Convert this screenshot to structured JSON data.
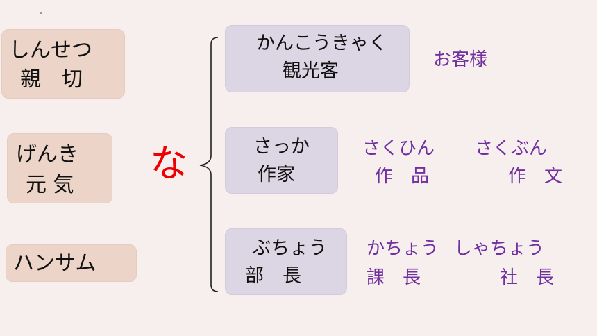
{
  "left": {
    "shinsetsu": {
      "kana": "しんせつ",
      "kanji": "親　切"
    },
    "genki": {
      "kana": "げんき",
      "kanji": "元 気"
    },
    "hansamu": {
      "text": "ハンサム"
    }
  },
  "particle": "な",
  "middle": {
    "kankoukyaku": {
      "kana": "かんこうきゃく",
      "kanji": "観光客"
    },
    "sakka": {
      "kana": "さっか",
      "kanji": "作家"
    },
    "buchou": {
      "kana": "ぶちょう",
      "kanji": "部　長"
    }
  },
  "right": {
    "okyakusama": "お客様",
    "sakuhin": {
      "kana": "さくひん",
      "kanji": "作　品"
    },
    "sakubun": {
      "kana": "さくぶん",
      "kanji": "作　文"
    },
    "kachou": {
      "kana": "かちょう",
      "kanji": "課　長"
    },
    "shachou": {
      "kana": "しゃちょう",
      "kanji": "社　長"
    }
  },
  "colors": {
    "accent_red": "#ee0000",
    "accent_purple": "#7030a0"
  }
}
